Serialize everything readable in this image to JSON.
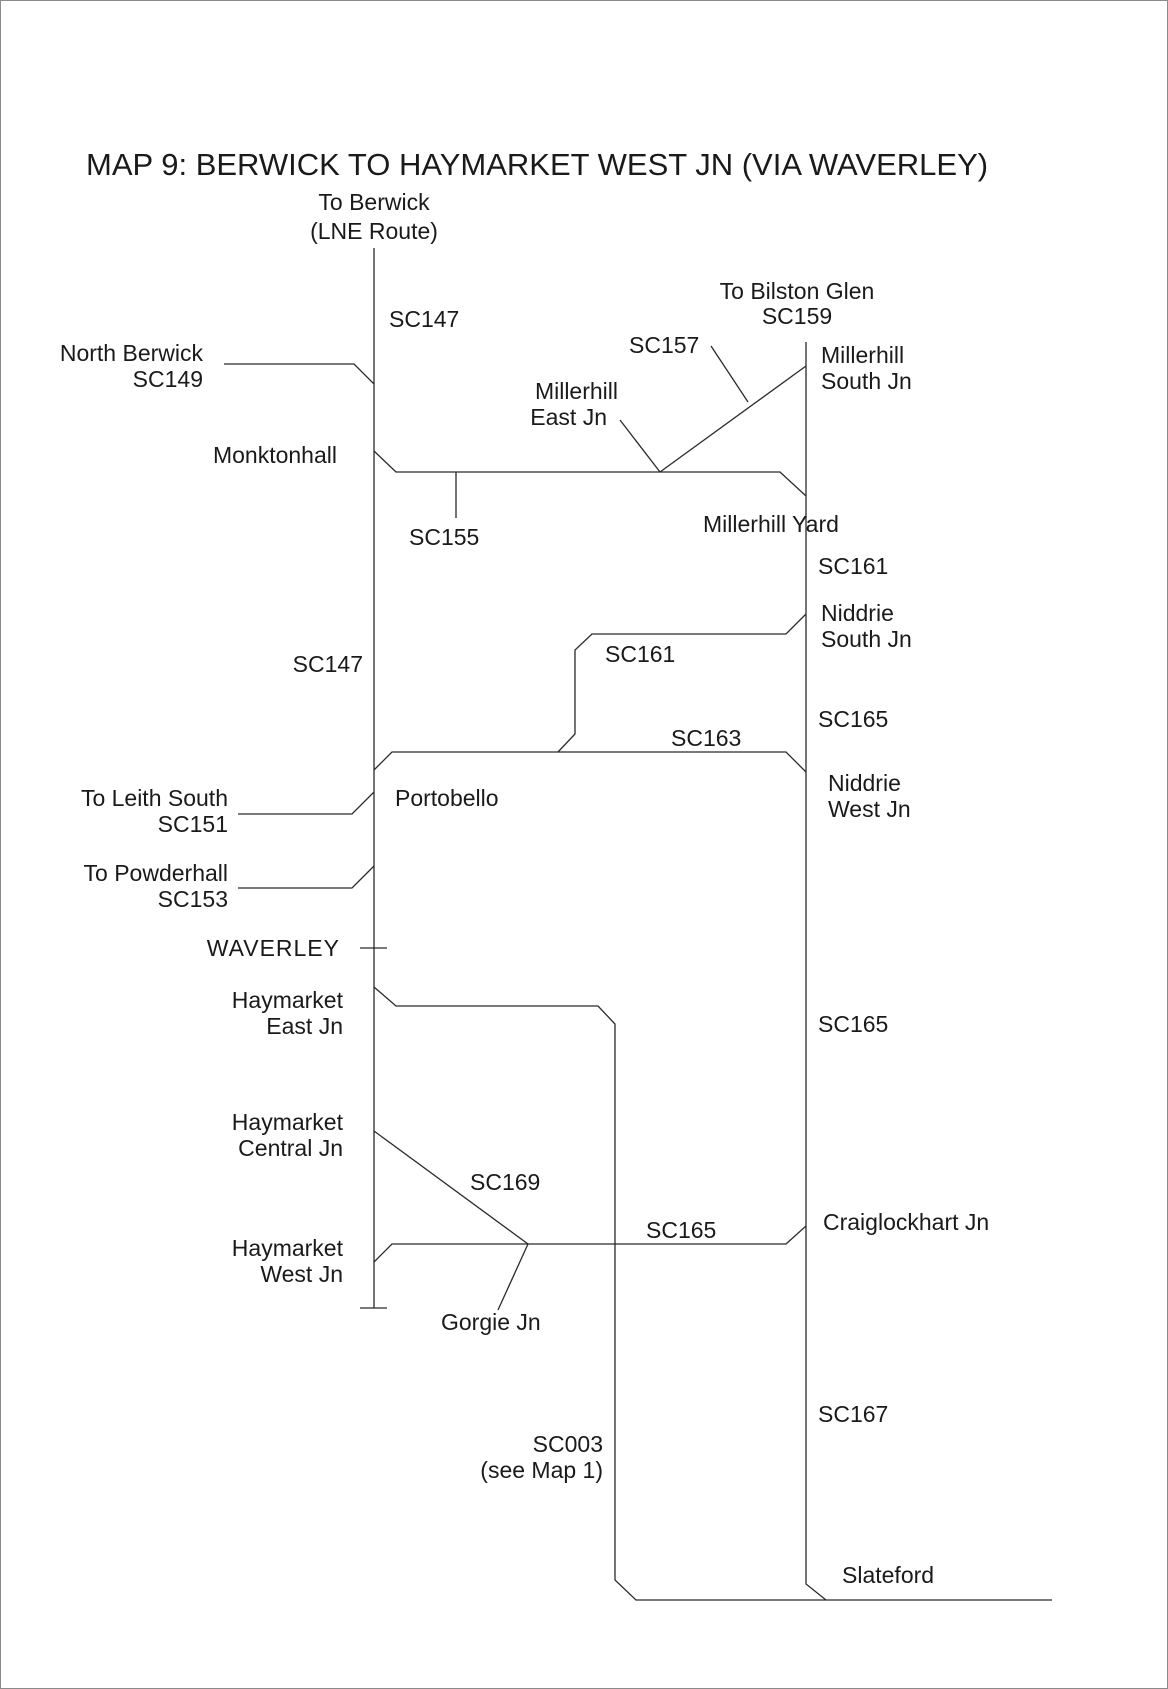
{
  "title": "MAP 9: BERWICK TO HAYMARKET WEST JN (VIA WAVERLEY)",
  "labels": {
    "to_berwick": "To Berwick",
    "lne_route": "(LNE Route)",
    "sc147_top": "SC147",
    "north_berwick": "North Berwick",
    "sc149": "SC149",
    "monktonhall": "Monktonhall",
    "sc155": "SC155",
    "to_bilston_glen": "To Bilston Glen",
    "sc159": "SC159",
    "sc157": "SC157",
    "millerhill_1": "Millerhill",
    "east_jn": "East Jn",
    "millerhill_2": "Millerhill",
    "south_jn": "South Jn",
    "millerhill_yard": "Millerhill Yard",
    "sc161_right": "SC161",
    "niddrie": "Niddrie",
    "niddrie_south_jn": "South Jn",
    "sc161_mid": "SC161",
    "sc147_mid": "SC147",
    "sc165_upper": "SC165",
    "sc163": "SC163",
    "niddrie_2": "Niddrie",
    "west_jn": "West Jn",
    "to_leith_south": "To Leith South",
    "sc151": "SC151",
    "portobello": "Portobello",
    "to_powderhall": "To Powderhall",
    "sc153": "SC153",
    "waverley": "WAVERLEY",
    "haymarket_1": "Haymarket",
    "east_jn_2": "East Jn",
    "sc165_mid": "SC165",
    "haymarket_2": "Haymarket",
    "central_jn": "Central Jn",
    "sc169": "SC169",
    "sc165_low": "SC165",
    "craiglockhart_jn": "Craiglockhart Jn",
    "haymarket_3": "Haymarket",
    "west_jn_2": "West Jn",
    "gorgie_jn": "Gorgie Jn",
    "sc167": "SC167",
    "sc003": "SC003",
    "see_map_1": "(see Map 1)",
    "slateford": "Slateford"
  },
  "colors": {
    "line": "#2a2a2a",
    "text": "#1a1a1a",
    "frame": "#8a8a8a"
  }
}
